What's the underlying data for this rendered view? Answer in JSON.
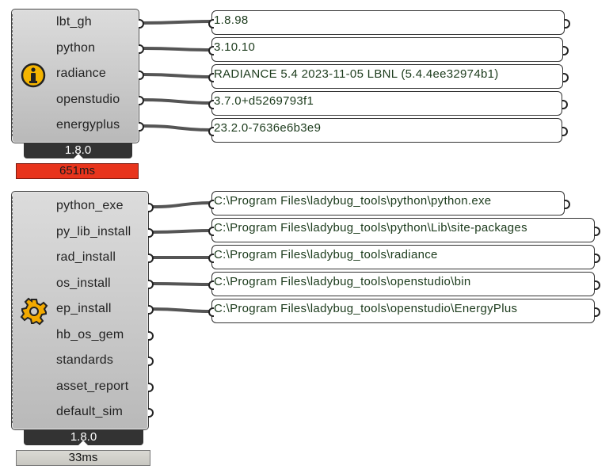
{
  "version_component": {
    "outputs": [
      "lbt_gh",
      "python",
      "radiance",
      "openstudio",
      "energyplus"
    ],
    "icon": "info-icon",
    "version": "1.8.0",
    "time": "651ms",
    "time_color": "#e8341c"
  },
  "version_panels": [
    "1.8.98",
    "3.10.10",
    "RADIANCE 5.4 2023-11-05 LBNL (5.4.4ee32974b1)",
    "3.7.0+d5269793f1",
    "23.2.0-7636e6b3e9"
  ],
  "config_component": {
    "outputs": [
      "python_exe",
      "py_lib_install",
      "rad_install",
      "os_install",
      "ep_install",
      "hb_os_gem",
      "standards",
      "asset_report",
      "default_sim"
    ],
    "icon": "gear-icon",
    "version": "1.8.0",
    "time": "33ms"
  },
  "config_panels": [
    "C:\\Program Files\\ladybug_tools\\python\\python.exe",
    "C:\\Program Files\\ladybug_tools\\python\\Lib\\site-packages",
    "C:\\Program Files\\ladybug_tools\\radiance",
    "C:\\Program Files\\ladybug_tools\\openstudio\\bin",
    "C:\\Program Files\\ladybug_tools\\openstudio\\EnergyPlus"
  ]
}
